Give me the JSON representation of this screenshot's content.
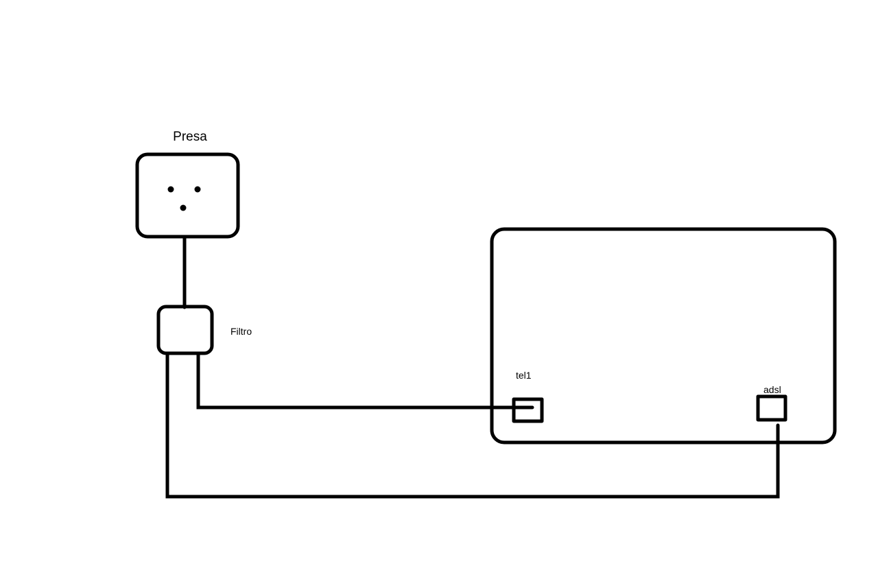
{
  "diagram": {
    "labels": {
      "presa": "Presa",
      "filtro": "Filtro",
      "tel1": "tel1",
      "adsl": "adsl"
    },
    "colors": {
      "background": "#ffffff",
      "stroke": "#000000"
    },
    "nodes": [
      {
        "id": "presa",
        "label": "Presa",
        "kind": "wall-socket"
      },
      {
        "id": "filtro",
        "label": "Filtro",
        "kind": "filter"
      },
      {
        "id": "modem",
        "label": "",
        "kind": "modem"
      },
      {
        "id": "port-tel1",
        "label": "tel1",
        "kind": "port"
      },
      {
        "id": "port-adsl",
        "label": "adsl",
        "kind": "port"
      }
    ],
    "edges": [
      {
        "from": "presa",
        "to": "filtro"
      },
      {
        "from": "filtro",
        "to": "port-tel1"
      },
      {
        "from": "filtro",
        "to": "port-adsl"
      }
    ]
  }
}
